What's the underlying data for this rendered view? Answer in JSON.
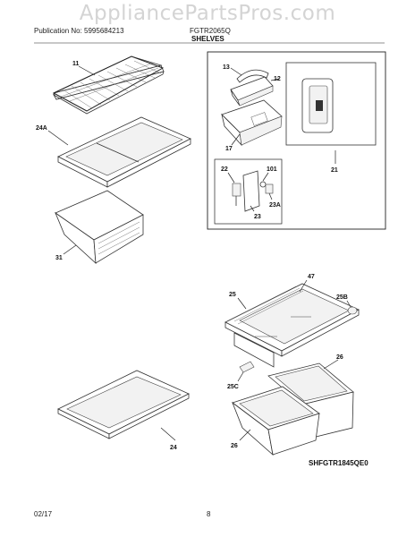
{
  "watermark": "AppliancePartsPros.com",
  "header": {
    "publication": "Publication No: 5995684213",
    "model": "FGTR2065Q",
    "section": "SHELVES"
  },
  "callouts": {
    "p11": "11",
    "p24A": "24A",
    "p31": "31",
    "p13": "13",
    "p12": "12",
    "p17": "17",
    "p21": "21",
    "p22": "22",
    "p101": "101",
    "p23": "23",
    "p23A": "23A",
    "p47": "47",
    "p25": "25",
    "p25B": "25B",
    "p26a": "26",
    "p25C": "25C",
    "p26b": "26",
    "p24": "24"
  },
  "diagram_code": "SHFGTR1845QE0",
  "footer": {
    "date": "02/17",
    "page": "8"
  }
}
